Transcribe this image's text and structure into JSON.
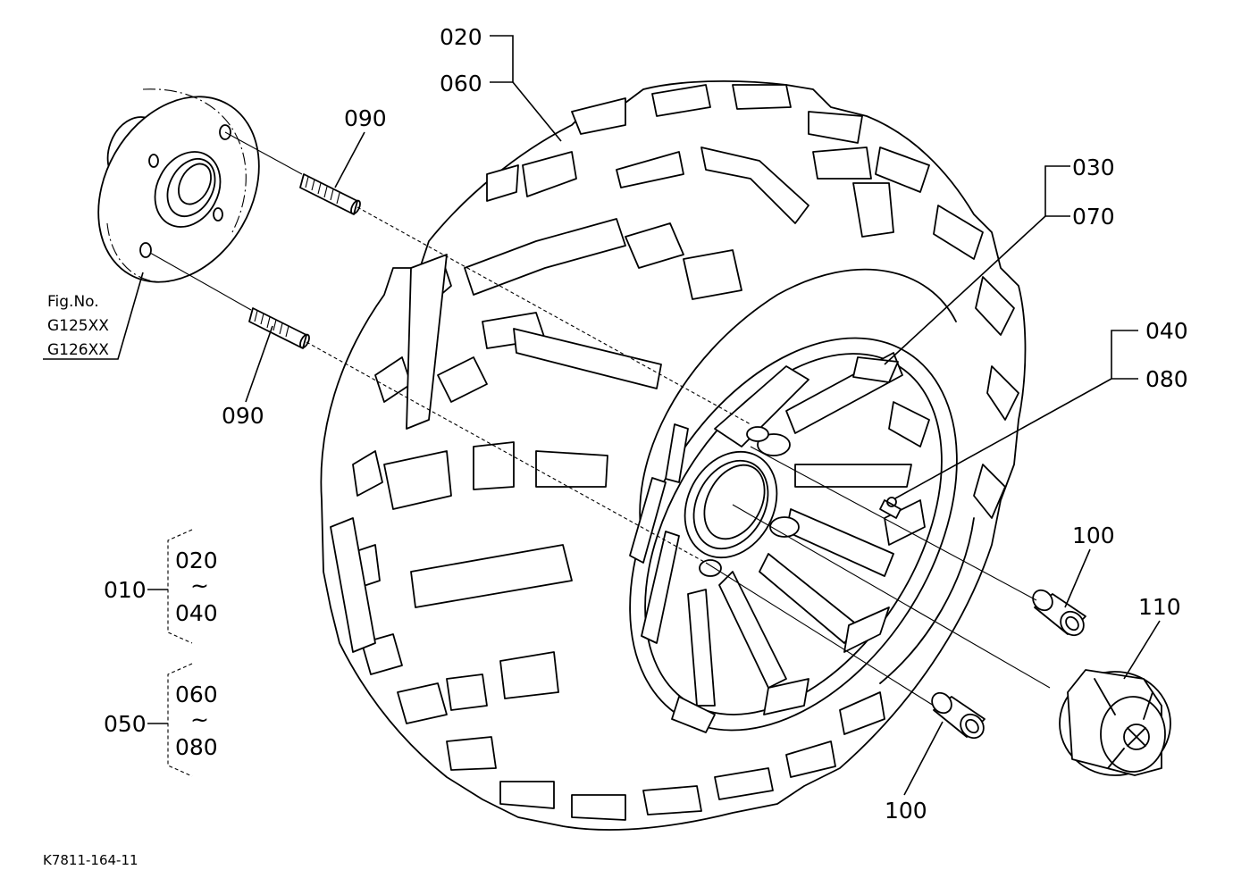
{
  "callouts": {
    "c020": "020",
    "c060": "060",
    "c030": "030",
    "c070": "070",
    "c040": "040",
    "c080": "080",
    "c090_top": "090",
    "c090_bottom": "090",
    "c100_upper": "100",
    "c100_lower": "100",
    "c110": "110"
  },
  "figure_ref": {
    "line1": "Fig.No.",
    "line2": "G125XX",
    "line3": "G126XX"
  },
  "assemblies": [
    {
      "parent": "010",
      "from": "020",
      "tilde": "~",
      "to": "040"
    },
    {
      "parent": "050",
      "from": "060",
      "tilde": "~",
      "to": "080"
    }
  ],
  "drawing_id": "K7811-164-11"
}
